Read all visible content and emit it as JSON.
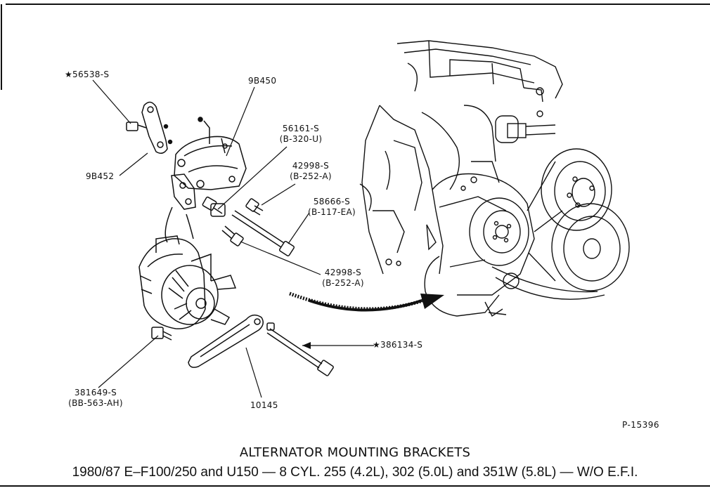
{
  "labels": {
    "p56538": "★56538-S",
    "p9b450": "9B450",
    "p9b452": "9B452",
    "p56161_a": "56161-S",
    "p56161_b": "(B-320-U)",
    "p42998top_a": "42998-S",
    "p42998top_b": "(B-252-A)",
    "p58666_a": "58666-S",
    "p58666_b": "(B-117-EA)",
    "p42998bot_a": "42998-S",
    "p42998bot_b": "(B-252-A)",
    "p386134": "★386134-S",
    "p381649_a": "381649-S",
    "p381649_b": "(BB-563-AH)",
    "p10145": "10145"
  },
  "figure_number": "P-15396",
  "caption": {
    "title": "ALTERNATOR MOUNTING BRACKETS",
    "subtitle": "1980/87 E–F100/250 and U150 — 8 CYL. 255 (4.2L), 302 (5.0L) and 351W (5.8L) — W/O E.F.I."
  },
  "colors": {
    "ink": "#111111",
    "paper": "#ffffff"
  }
}
